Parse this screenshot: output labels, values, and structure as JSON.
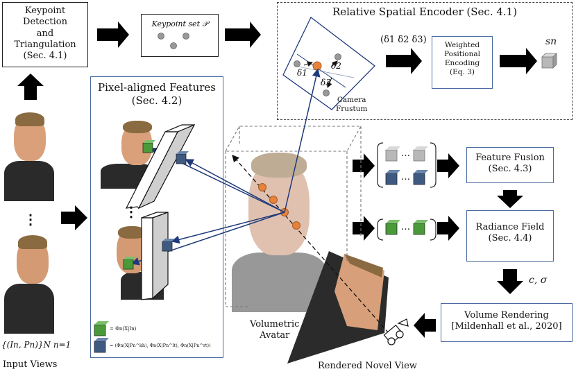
{
  "boxes": {
    "keypoint_detection": "Keypoint\nDetection\nand\nTriangulation\n(Sec. 4.1)",
    "keypoint_set": "Keypoint set 𝒫",
    "relative_spatial_encoder": "Relative Spatial Encoder (Sec. 4.1)",
    "weighted_positional_encoding": "Weighted\nPositional\nEncoding\n(Eq. 3)",
    "pixel_aligned_features": "Pixel-aligned Features\n(Sec. 4.2)",
    "feature_fusion": "Feature Fusion\n(Sec. 4.3)",
    "radiance_field": "Radiance Field\n(Sec. 4.4)",
    "volume_rendering": "Volume Rendering\n[Mildenhall et al., 2020]"
  },
  "labels": {
    "deltas": "(δ1 δ2 δ3)",
    "sn": "sn",
    "delta1": "δ1",
    "delta2": "δ2",
    "delta3": "δ3",
    "camera_frustum": "Camera\nFrustum",
    "dots1": "⋮",
    "dots2": "⋮",
    "input_set": "{(In, Pn)}N n=1",
    "input_views": "Input Views",
    "volumetric_avatar": "Volumetric\nAvatar",
    "rendered_novel_view": "Rendered Novel View",
    "c_sigma": "c, σ",
    "legend_green": "= Φn(X|In)",
    "legend_blue": "= (Φn(X|Pn^kh), Φn(X|Pn^lt), Φn(X|Pn^rt))",
    "ellipsis_gray": "…",
    "ellipsis_blue": "…",
    "ellipsis_green": "…"
  },
  "colors": {
    "accent_blue": "#1f3a7a",
    "frame_blue": "#4a6aa0",
    "green_cube": "#4a9a3a",
    "blue_cube": "#3f5a80",
    "gray_cube": "#b8b8b8",
    "orange_point": "#e8823a"
  }
}
